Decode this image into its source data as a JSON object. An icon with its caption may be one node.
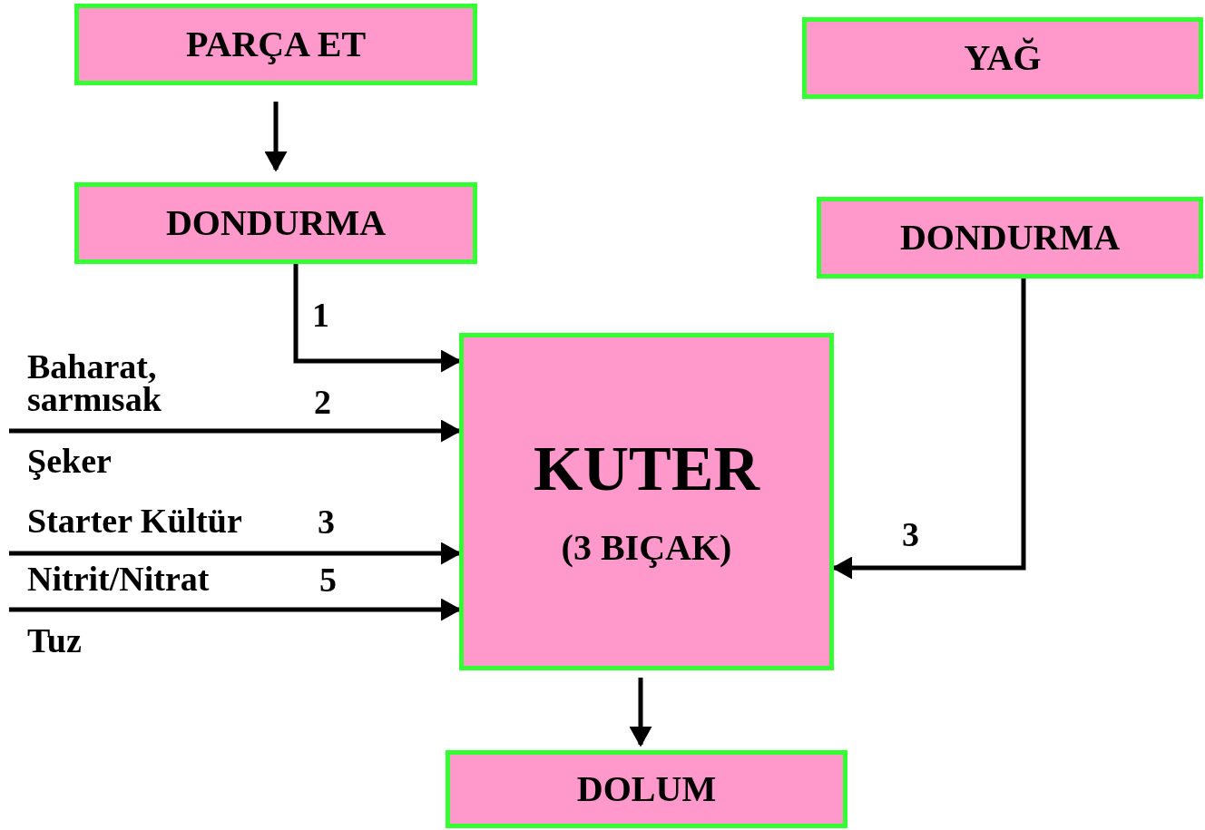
{
  "diagram": {
    "nodes": [
      {
        "text": [
          "PARÇA ET"
        ]
      },
      {
        "text": [
          "DONDURMA"
        ]
      },
      {
        "text": [
          "YAĞ"
        ]
      },
      {
        "text": [
          "DONDURMA"
        ]
      },
      {
        "text": [
          "KUTER",
          "(3 BIÇAK)"
        ]
      },
      {
        "text": [
          "DOLUM"
        ]
      }
    ],
    "edges": [
      {
        "from": 0,
        "to": 1,
        "arrow": "to"
      },
      {
        "from": 1,
        "to": 4,
        "arrow": "to",
        "label": "1"
      },
      {
        "from": null,
        "to": 4,
        "arrow": "to",
        "label": "2"
      },
      {
        "from": null,
        "to": 4,
        "arrow": "to",
        "label": "3"
      },
      {
        "from": null,
        "to": 4,
        "arrow": "to",
        "label": "5"
      },
      {
        "from": 3,
        "to": 4,
        "arrow": "to",
        "label": "3"
      },
      {
        "from": 4,
        "to": 5,
        "arrow": "to"
      }
    ],
    "labels": [
      "Baharat, sarmısak",
      "Şeker",
      "Starter Kültür",
      "Nitrit/Nitrat",
      "Tuz"
    ]
  }
}
